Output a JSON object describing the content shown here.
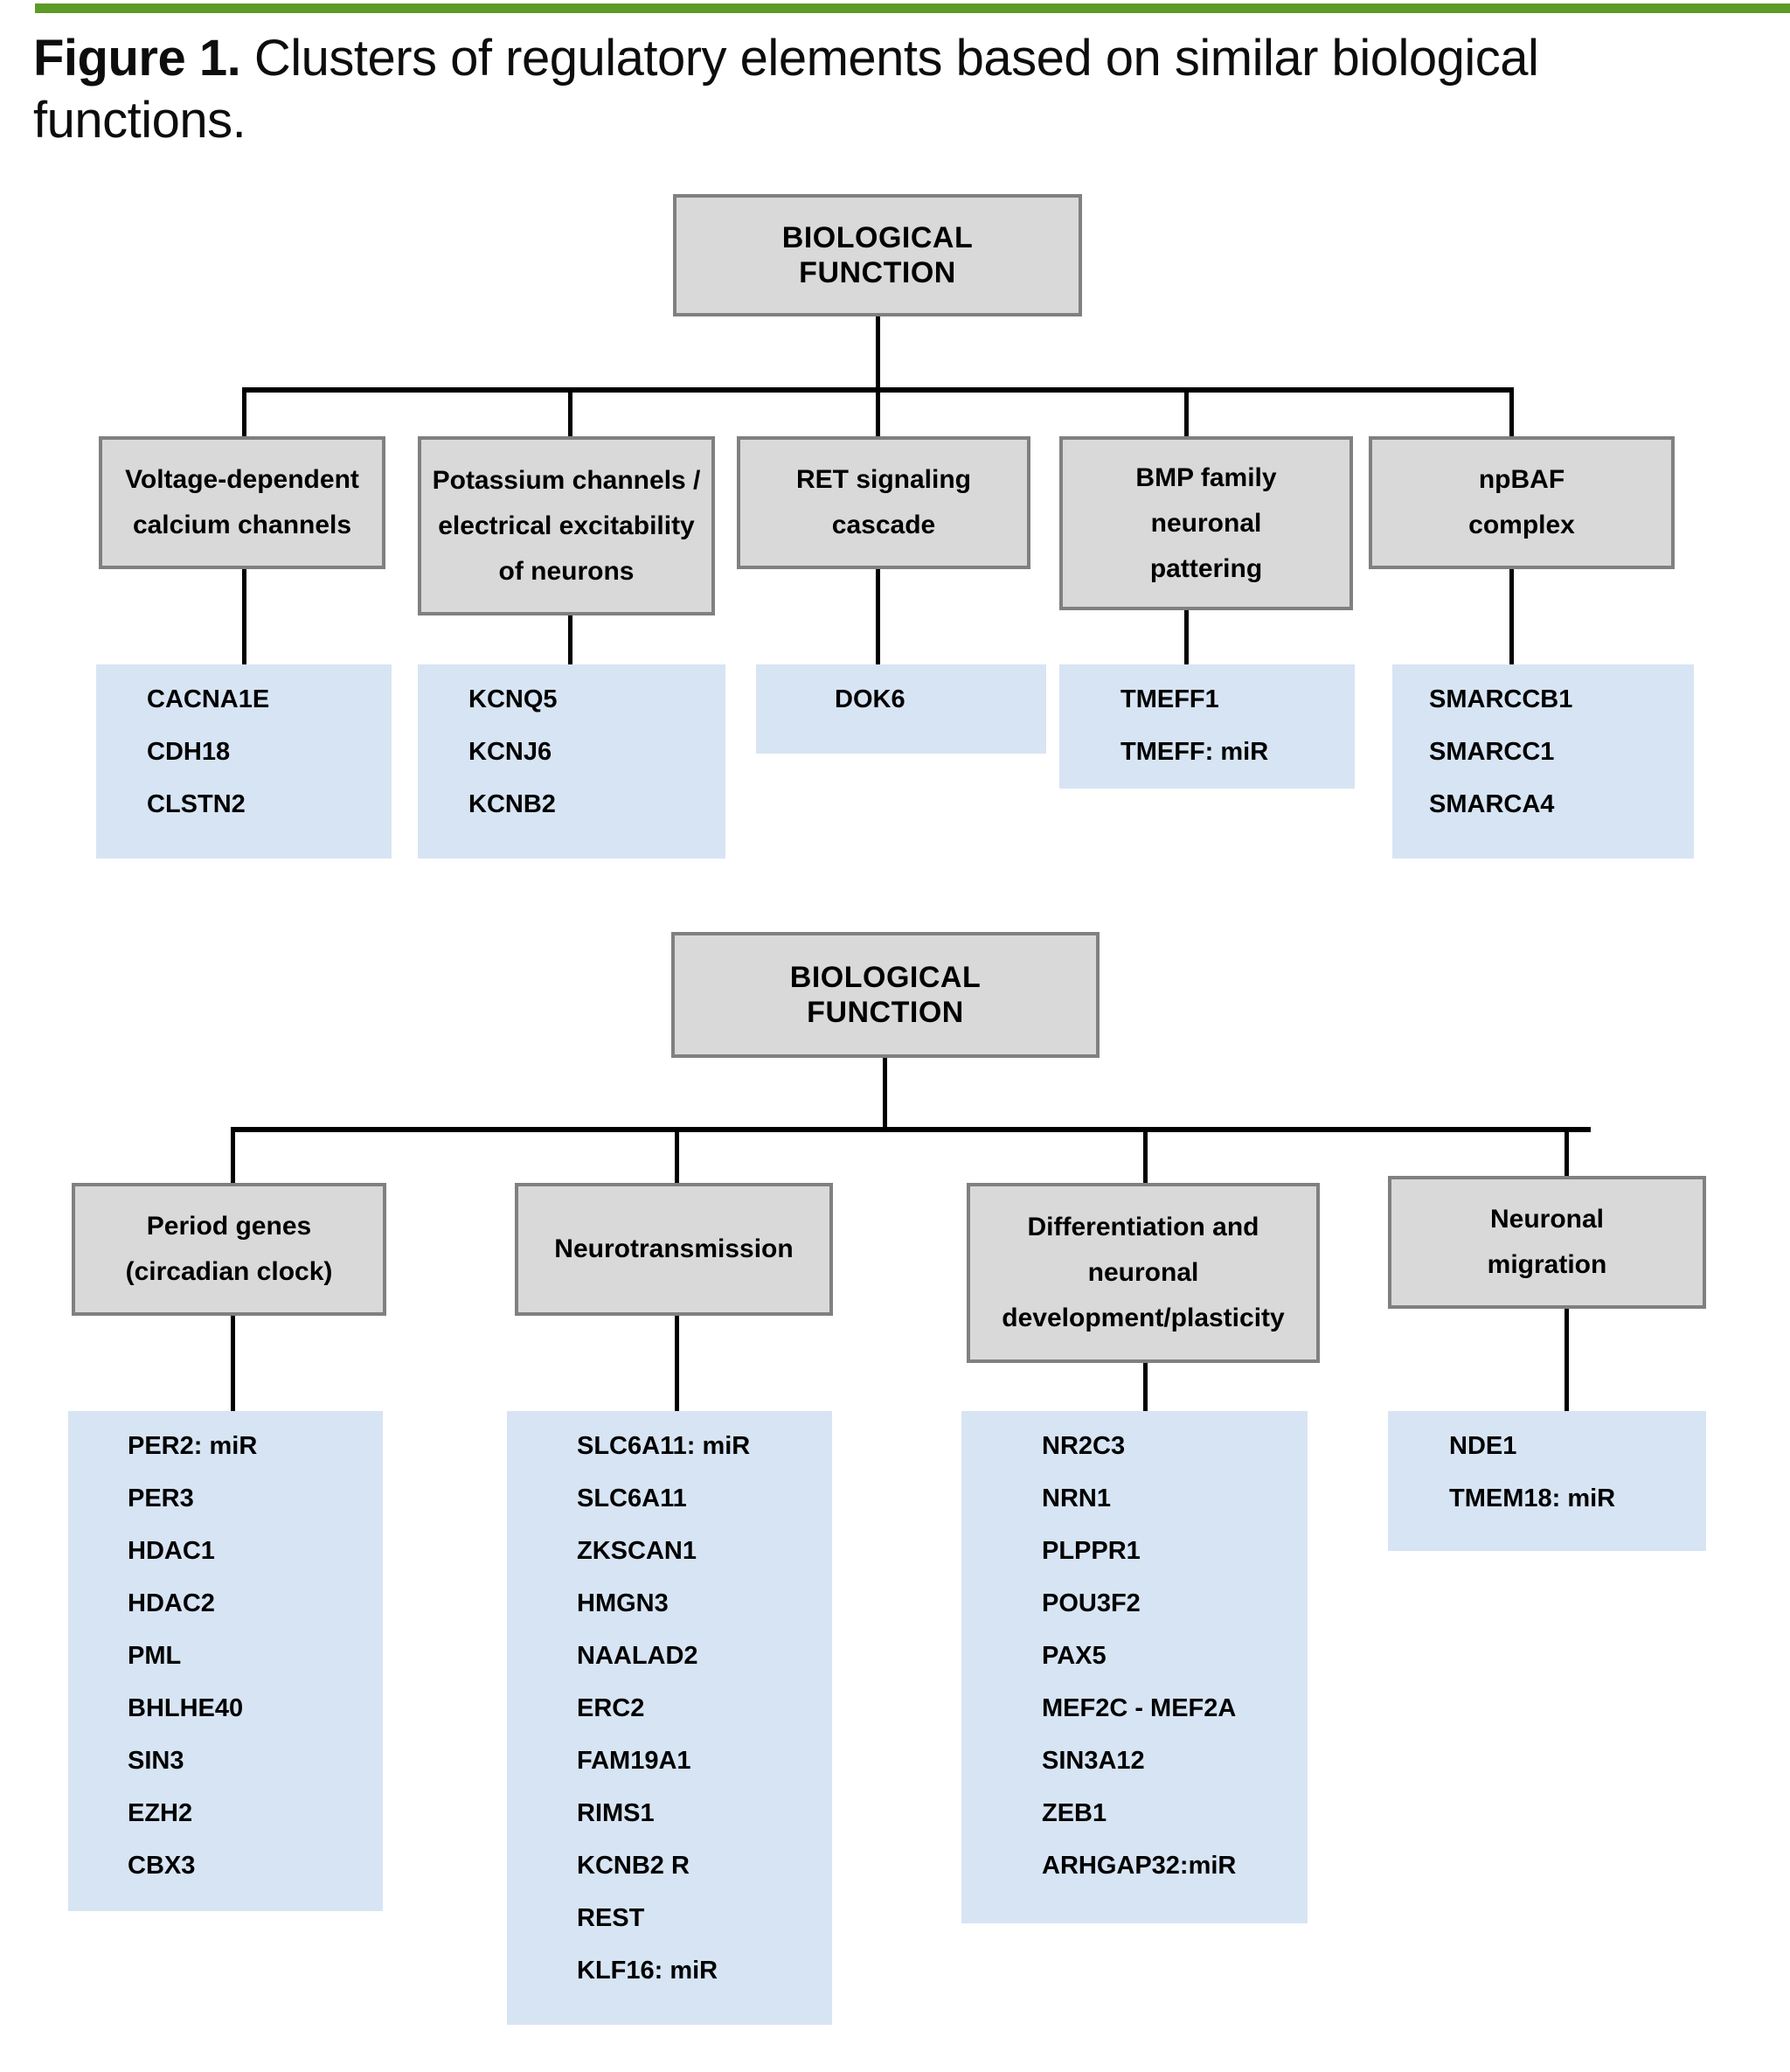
{
  "accent_color": "#5d9b28",
  "box_colors": {
    "process_fill": "#d9d9d9",
    "process_border": "#808080",
    "gene_fill": "#d7e4f3",
    "connector": "#000000"
  },
  "caption": {
    "label": "Figure 1.",
    "text": " Clusters of regulatory elements based on similar biological functions."
  },
  "diagrams": [
    {
      "root": {
        "line1": "BIOLOGICAL",
        "line2": "FUNCTION"
      },
      "branches": [
        {
          "category": [
            "Voltage-dependent",
            "calcium channels"
          ],
          "genes": [
            "CACNA1E",
            "CDH18",
            "CLSTN2"
          ]
        },
        {
          "category": [
            "Potassium channels /",
            "electrical excitability",
            "of neurons"
          ],
          "genes": [
            "KCNQ5",
            "KCNJ6",
            "KCNB2"
          ]
        },
        {
          "category": [
            "RET signaling",
            "cascade"
          ],
          "genes": [
            "DOK6"
          ]
        },
        {
          "category": [
            "BMP family",
            "neuronal",
            "pattering"
          ],
          "genes": [
            "TMEFF1",
            "TMEFF: miR"
          ]
        },
        {
          "category": [
            "npBAF",
            "complex"
          ],
          "genes": [
            "SMARCCB1",
            "SMARCC1",
            "SMARCA4"
          ]
        }
      ]
    },
    {
      "root": {
        "line1": "BIOLOGICAL",
        "line2": "FUNCTION"
      },
      "branches": [
        {
          "category": [
            "Period genes",
            "(circadian clock)"
          ],
          "genes": [
            "PER2: miR",
            "PER3",
            "HDAC1",
            "HDAC2",
            "PML",
            "BHLHE40",
            "SIN3",
            "EZH2",
            "CBX3"
          ]
        },
        {
          "category": [
            "Neurotransmission"
          ],
          "genes": [
            "SLC6A11: miR",
            "SLC6A11",
            "ZKSCAN1",
            "HMGN3",
            "NAALAD2",
            "ERC2",
            "FAM19A1",
            "RIMS1",
            "KCNB2 R",
            "REST",
            "KLF16: miR"
          ]
        },
        {
          "category": [
            "Differentiation and",
            "neuronal",
            "development/plasticity"
          ],
          "genes": [
            "NR2C3",
            "NRN1",
            "PLPPR1",
            "POU3F2",
            "PAX5",
            "MEF2C - MEF2A",
            "SIN3A12",
            "ZEB1",
            "ARHGAP32:miR"
          ]
        },
        {
          "category": [
            "Neuronal",
            "migration"
          ],
          "genes": [
            "NDE1",
            "TMEM18: miR"
          ]
        }
      ]
    }
  ]
}
